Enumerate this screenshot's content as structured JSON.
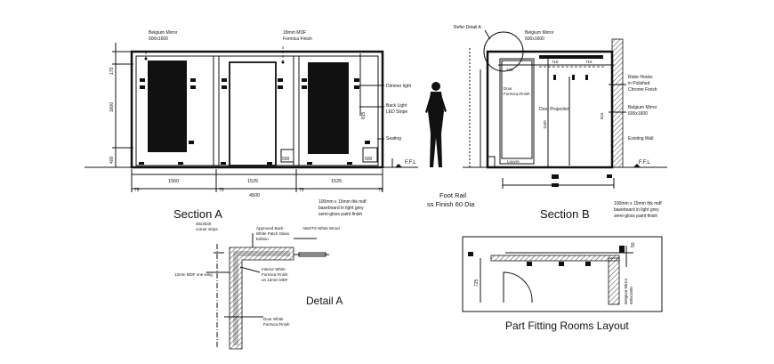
{
  "titles": {
    "section_a": "Section A",
    "section_b": "Section B",
    "detail_a": "Detail A",
    "layout": "Part Fitting Rooms Layout"
  },
  "section_a": {
    "mirror_note": [
      "Belgium Mirror",
      "600x1600"
    ],
    "mdf_note": [
      "18mm MDF",
      "Formica Finish"
    ],
    "dimmer_light": "Dimmer light",
    "back_light": [
      "Back Light",
      "LED Stripe"
    ],
    "seating": "Seating",
    "ffl": "F.F.L",
    "dims_h": [
      "1560",
      "1525",
      "1525"
    ],
    "dim_total": "4500",
    "dims_small": [
      "75",
      "75",
      "75",
      "75"
    ],
    "dims_v": [
      "175",
      "1600",
      "400"
    ],
    "dim_815": "815",
    "dim_500": [
      "500",
      "500"
    ],
    "skirting_note": [
      "100mm x 15mm thk mdf",
      "baseboard in light grey",
      "semi-gloss paint finish"
    ]
  },
  "section_b": {
    "refer_detail": "Refer Detail A",
    "mirror_note": [
      "Belgium Mirror",
      "600x1600"
    ],
    "robe_hooks": [
      "Robe Hooks",
      "in Polished",
      "Chrome Finish"
    ],
    "mirror_note_2": [
      "Belgium Mirror",
      "600x1600"
    ],
    "existing_wall": "Existing Wall",
    "door_note": [
      "Door",
      "Formica Finish"
    ],
    "door_projection": "Door Projection",
    "louvre": "Louvre",
    "ffl": "F.F.L",
    "foot_rail": [
      "Foot Rail",
      "ss Finish 60 Dia"
    ],
    "skirting_note": [
      "100mm x 15mm thk mdf",
      "baseboard in light grey",
      "semi-gloss paint finish"
    ],
    "dims": [
      "715",
      "715",
      "700",
      "1160",
      "815"
    ]
  },
  "detail_a": {
    "corner": [
      "30x3030",
      "corner strips"
    ],
    "approved_note": [
      "Approved Back",
      "White Patch Glass",
      "Edition"
    ],
    "abs": "ABS/TS White Wood",
    "mdf": "12mm MDF one wing",
    "interior_note": [
      "Interior White",
      "Formica Finish",
      "on 12mm MDF"
    ],
    "door_note": [
      "Door White",
      "Formica Finish"
    ]
  },
  "layout": {
    "dims": [
      "50",
      "725"
    ],
    "mirror_vertical": [
      "Belgium Mirror",
      "600x1600"
    ]
  }
}
